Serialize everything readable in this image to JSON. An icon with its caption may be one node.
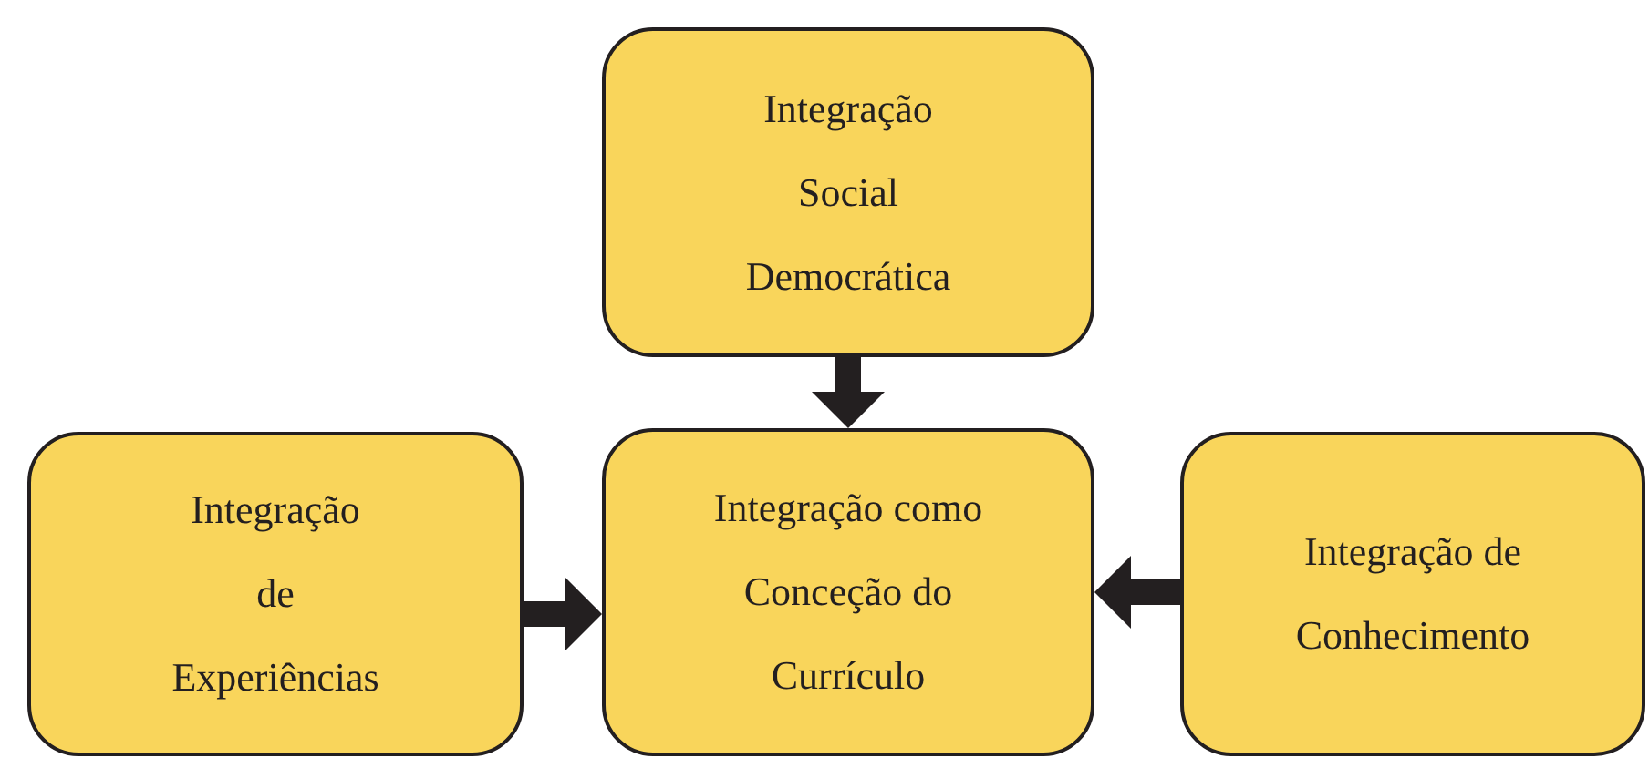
{
  "diagram": {
    "nodes": [
      {
        "text": [
          "Integração Social Democrática"
        ]
      },
      {
        "text": [
          "Integração de Experiências"
        ]
      },
      {
        "text": [
          "Integração como Conceção do Currículo"
        ]
      },
      {
        "text": [
          "Integração de Conhecimento"
        ]
      }
    ],
    "edges": [
      {
        "from": 0,
        "to": 2,
        "arrow": "to"
      },
      {
        "from": 1,
        "to": 2,
        "arrow": "to"
      },
      {
        "from": 3,
        "to": 2,
        "arrow": "to"
      }
    ]
  }
}
